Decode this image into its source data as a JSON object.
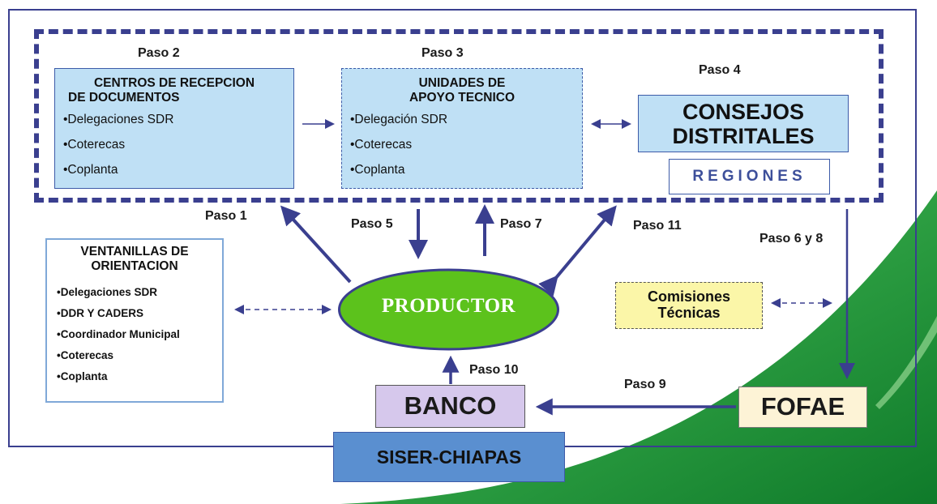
{
  "steps": {
    "paso1": "Paso 1",
    "paso2": "Paso 2",
    "paso3": "Paso 3",
    "paso4": "Paso 4",
    "paso5": "Paso 5",
    "paso6y8": "Paso 6 y 8",
    "paso7": "Paso 7",
    "paso9": "Paso 9",
    "paso10": "Paso 10",
    "paso11": "Paso 11"
  },
  "centros": {
    "title_line1": "CENTROS DE RECEPCION",
    "title_line2": "DE DOCUMENTOS",
    "items": [
      "•Delegaciones SDR",
      "•Coterecas",
      "•Coplanta"
    ]
  },
  "unidades": {
    "title_line1": "UNIDADES DE",
    "title_line2": "APOYO TECNICO",
    "items": [
      "•Delegación SDR",
      "•Coterecas",
      "•Coplanta"
    ]
  },
  "consejos": {
    "title_line1": "CONSEJOS",
    "title_line2": "DISTRITALES",
    "regiones": "REGIONES"
  },
  "ventanillas": {
    "title_line1": "VENTANILLAS DE",
    "title_line2": "ORIENTACION",
    "items": [
      "•Delegaciones SDR",
      "•DDR Y CADERS",
      "•Coordinador Municipal",
      "•Coterecas",
      "•Coplanta"
    ]
  },
  "productor": "PRODUCTOR",
  "comisiones": {
    "line1": "Comisiones",
    "line2": "Técnicas"
  },
  "banco": "BANCO",
  "fofae": "FOFAE",
  "siser": "SISER-CHIAPAS",
  "colors": {
    "frame": "#3a3f8f",
    "box_fill": "#bfe0f5",
    "productor_fill": "#5cc21c",
    "banco_fill": "#d6c8ec",
    "fofae_fill": "#fdf3d6",
    "comisiones_fill": "#fbf6a8",
    "siser_fill": "#5a8fd0",
    "arrow": "#3a3f8f",
    "swoosh": "#2e9b3a"
  }
}
